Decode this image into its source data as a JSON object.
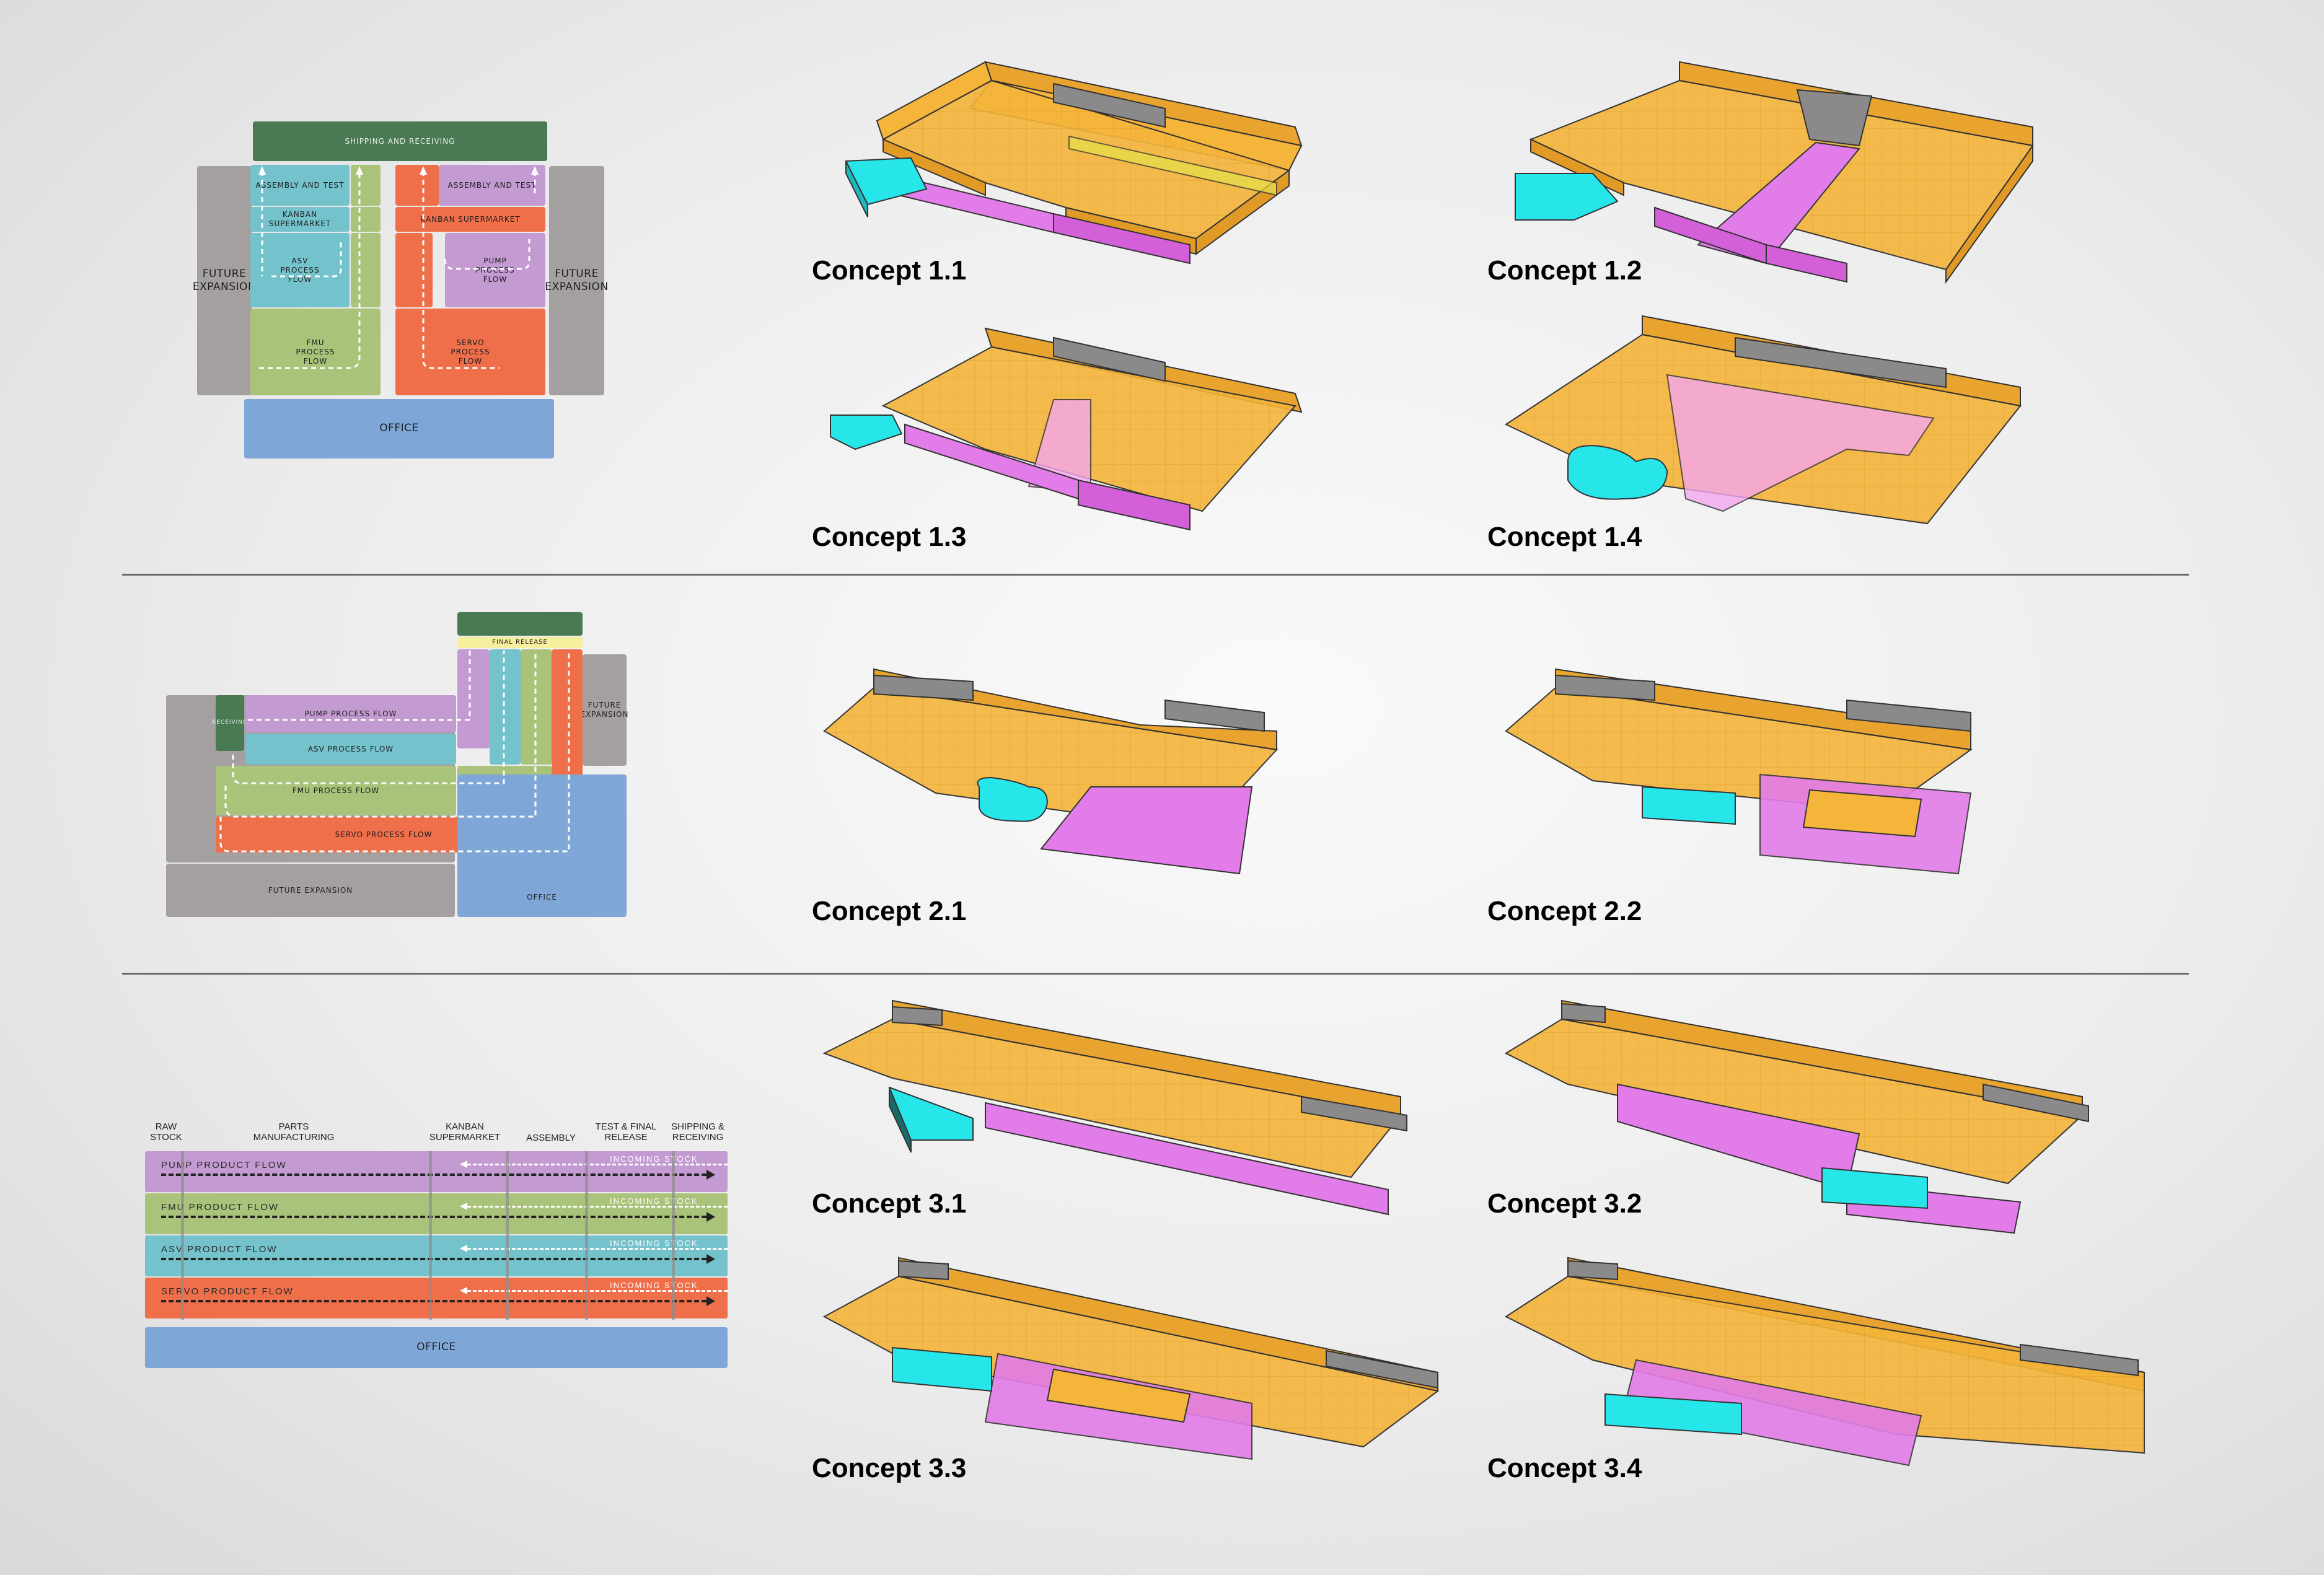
{
  "concepts": {
    "c11": "Concept 1.1",
    "c12": "Concept 1.2",
    "c13": "Concept 1.3",
    "c14": "Concept 1.4",
    "c21": "Concept 2.1",
    "c22": "Concept 2.2",
    "c31": "Concept 3.1",
    "c32": "Concept 3.2",
    "c33": "Concept 3.3",
    "c34": "Concept 3.4"
  },
  "plan1": {
    "shipping": "SHIPPING AND RECEIVING",
    "assembly_left": "ASSEMBLY AND TEST",
    "assembly_right": "ASSEMBLY AND TEST",
    "kanban_left": "KANBAN SUPERMARKET",
    "kanban_right": "KANBAN SUPERMARKET",
    "asv": "ASV PROCESS FLOW",
    "pump": "PUMP PROCESS FLOW",
    "fmu": "FMU PROCESS FLOW",
    "servo": "SERVO PROCESS FLOW",
    "future_left": "FUTURE EXPANSION",
    "future_right": "FUTURE EXPANSION",
    "office": "OFFICE"
  },
  "plan2": {
    "final_release": "FINAL RELEASE",
    "receiving": "RECEIVING",
    "pump": "PUMP PROCESS FLOW",
    "asv": "ASV PROCESS FLOW",
    "fmu": "FMU PROCESS FLOW",
    "servo": "SERVO PROCESS FLOW",
    "future_bottom": "FUTURE EXPANSION",
    "future_right": "FUTURE EXPANSION",
    "office": "OFFICE"
  },
  "plan3": {
    "headers": [
      "RAW STOCK",
      "PARTS MANUFACTURING",
      "KANBAN SUPERMARKET",
      "ASSEMBLY",
      "TEST & FINAL RELEASE",
      "SHIPPING & RECEIVING"
    ],
    "bands": [
      {
        "label": "PUMP PRODUCT FLOW",
        "incoming": "INCOMING STOCK",
        "color": "#c39ad1"
      },
      {
        "label": "FMU PRODUCT FLOW",
        "incoming": "INCOMING STOCK",
        "color": "#a9c37a"
      },
      {
        "label": "ASV PRODUCT FLOW",
        "incoming": "INCOMING STOCK",
        "color": "#74c2cb"
      },
      {
        "label": "SERVO PRODUCT FLOW",
        "incoming": "INCOMING STOCK",
        "color": "#f06f4b"
      }
    ],
    "office": "OFFICE"
  },
  "colors": {
    "mass_orange": "#f5b43a",
    "mass_magenta": "#e27ce8",
    "mass_cyan": "#27e6ea",
    "mass_grey": "#8a8a8a"
  }
}
